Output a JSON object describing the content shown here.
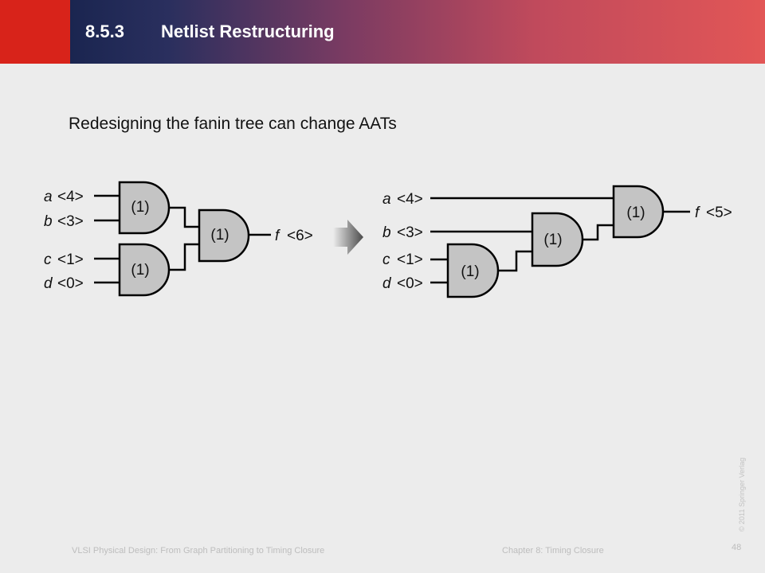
{
  "header": {
    "section_number": "8.5.3",
    "section_title": "Netlist Restructuring"
  },
  "subtitle": "Redesigning the fanin tree can change AATs",
  "left_circuit": {
    "inputs": [
      {
        "name": "a",
        "aat": "<4>"
      },
      {
        "name": "b",
        "aat": "<3>"
      },
      {
        "name": "c",
        "aat": "<1>"
      },
      {
        "name": "d",
        "aat": "<0>"
      }
    ],
    "gates": [
      {
        "id": "g1",
        "label": "(1)"
      },
      {
        "id": "g2",
        "label": "(1)"
      },
      {
        "id": "g3",
        "label": "(1)"
      }
    ],
    "output": {
      "name": "f",
      "aat": "<6>"
    }
  },
  "right_circuit": {
    "inputs": [
      {
        "name": "a",
        "aat": "<4>"
      },
      {
        "name": "b",
        "aat": "<3>"
      },
      {
        "name": "c",
        "aat": "<1>"
      },
      {
        "name": "d",
        "aat": "<0>"
      }
    ],
    "gates": [
      {
        "id": "h1",
        "label": "(1)"
      },
      {
        "id": "h2",
        "label": "(1)"
      },
      {
        "id": "h3",
        "label": "(1)"
      }
    ],
    "output": {
      "name": "f",
      "aat": "<5>"
    }
  },
  "footer": {
    "book": "VLSI Physical Design: From Graph Partitioning to Timing Closure",
    "chapter": "Chapter 8: Timing Closure",
    "page": "48",
    "copyright": "© 2011 Springer Verlag"
  },
  "colors": {
    "gate_fill": "#c4c4c4",
    "wire": "#000000",
    "arrow": "#5a5a5a"
  }
}
